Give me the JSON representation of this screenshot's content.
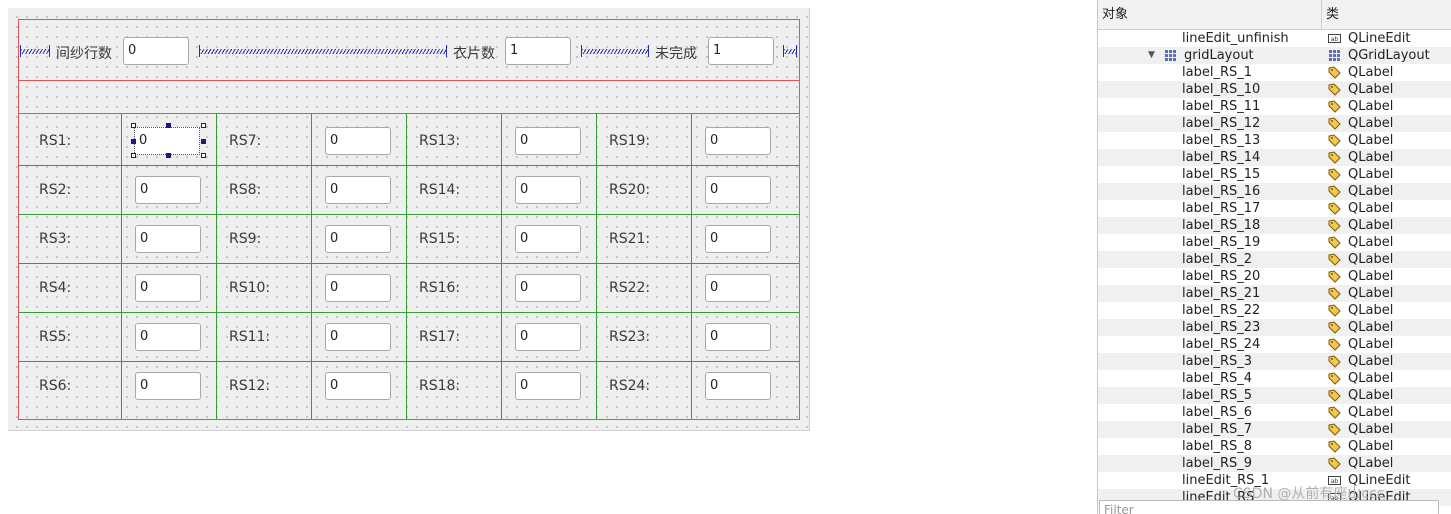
{
  "form": {
    "top_row": {
      "label1": "间纱行数",
      "value1": "0",
      "label2": "衣片数",
      "value2": "1",
      "label3": "未完成",
      "value3": "1"
    },
    "grid": [
      [
        {
          "label": "RS1:",
          "value": "0"
        },
        {
          "label": "RS7:",
          "value": "0"
        },
        {
          "label": "RS13:",
          "value": "0"
        },
        {
          "label": "RS19:",
          "value": "0"
        }
      ],
      [
        {
          "label": "RS2:",
          "value": "0"
        },
        {
          "label": "RS8:",
          "value": "0"
        },
        {
          "label": "RS14:",
          "value": "0"
        },
        {
          "label": "RS20:",
          "value": "0"
        }
      ],
      [
        {
          "label": "RS3:",
          "value": "0"
        },
        {
          "label": "RS9:",
          "value": "0"
        },
        {
          "label": "RS15:",
          "value": "0"
        },
        {
          "label": "RS21:",
          "value": "0"
        }
      ],
      [
        {
          "label": "RS4:",
          "value": "0"
        },
        {
          "label": "RS10:",
          "value": "0"
        },
        {
          "label": "RS16:",
          "value": "0"
        },
        {
          "label": "RS22:",
          "value": "0"
        }
      ],
      [
        {
          "label": "RS5:",
          "value": "0"
        },
        {
          "label": "RS11:",
          "value": "0"
        },
        {
          "label": "RS17:",
          "value": "0"
        },
        {
          "label": "RS23:",
          "value": "0"
        }
      ],
      [
        {
          "label": "RS6:",
          "value": "0"
        },
        {
          "label": "RS12:",
          "value": "0"
        },
        {
          "label": "RS18:",
          "value": "0"
        },
        {
          "label": "RS24:",
          "value": "0"
        }
      ]
    ]
  },
  "inspector": {
    "header_object": "对象",
    "header_class": "类",
    "rows": [
      {
        "name": "lineEdit_unfinish",
        "type": "QLineEdit",
        "icon": "lineedit-icon"
      },
      {
        "name": "gridLayout",
        "type": "QGridLayout",
        "icon": "grid-layout-icon",
        "expanded": true
      },
      {
        "name": "label_RS_1",
        "type": "QLabel",
        "icon": "label-tag-icon"
      },
      {
        "name": "label_RS_10",
        "type": "QLabel",
        "icon": "label-tag-icon"
      },
      {
        "name": "label_RS_11",
        "type": "QLabel",
        "icon": "label-tag-icon"
      },
      {
        "name": "label_RS_12",
        "type": "QLabel",
        "icon": "label-tag-icon"
      },
      {
        "name": "label_RS_13",
        "type": "QLabel",
        "icon": "label-tag-icon"
      },
      {
        "name": "label_RS_14",
        "type": "QLabel",
        "icon": "label-tag-icon"
      },
      {
        "name": "label_RS_15",
        "type": "QLabel",
        "icon": "label-tag-icon"
      },
      {
        "name": "label_RS_16",
        "type": "QLabel",
        "icon": "label-tag-icon"
      },
      {
        "name": "label_RS_17",
        "type": "QLabel",
        "icon": "label-tag-icon"
      },
      {
        "name": "label_RS_18",
        "type": "QLabel",
        "icon": "label-tag-icon"
      },
      {
        "name": "label_RS_19",
        "type": "QLabel",
        "icon": "label-tag-icon"
      },
      {
        "name": "label_RS_2",
        "type": "QLabel",
        "icon": "label-tag-icon"
      },
      {
        "name": "label_RS_20",
        "type": "QLabel",
        "icon": "label-tag-icon"
      },
      {
        "name": "label_RS_21",
        "type": "QLabel",
        "icon": "label-tag-icon"
      },
      {
        "name": "label_RS_22",
        "type": "QLabel",
        "icon": "label-tag-icon"
      },
      {
        "name": "label_RS_23",
        "type": "QLabel",
        "icon": "label-tag-icon"
      },
      {
        "name": "label_RS_24",
        "type": "QLabel",
        "icon": "label-tag-icon"
      },
      {
        "name": "label_RS_3",
        "type": "QLabel",
        "icon": "label-tag-icon"
      },
      {
        "name": "label_RS_4",
        "type": "QLabel",
        "icon": "label-tag-icon"
      },
      {
        "name": "label_RS_5",
        "type": "QLabel",
        "icon": "label-tag-icon"
      },
      {
        "name": "label_RS_6",
        "type": "QLabel",
        "icon": "label-tag-icon"
      },
      {
        "name": "label_RS_7",
        "type": "QLabel",
        "icon": "label-tag-icon"
      },
      {
        "name": "label_RS_8",
        "type": "QLabel",
        "icon": "label-tag-icon"
      },
      {
        "name": "label_RS_9",
        "type": "QLabel",
        "icon": "label-tag-icon"
      },
      {
        "name": "lineEdit_RS_1",
        "type": "QLineEdit",
        "icon": "lineedit-icon"
      },
      {
        "name": "lineEdit_RS_",
        "type": "QLineEdit",
        "icon": "lineedit-icon"
      }
    ],
    "filter_placeholder": "Filter"
  },
  "watermark": "CSDN @从前有座山ccc",
  "colors": {
    "layout_red": "#e05555",
    "grid_green": "#3a9a3a",
    "spacer_blue": "#2b2bb0",
    "form_bg": "#efefef"
  }
}
